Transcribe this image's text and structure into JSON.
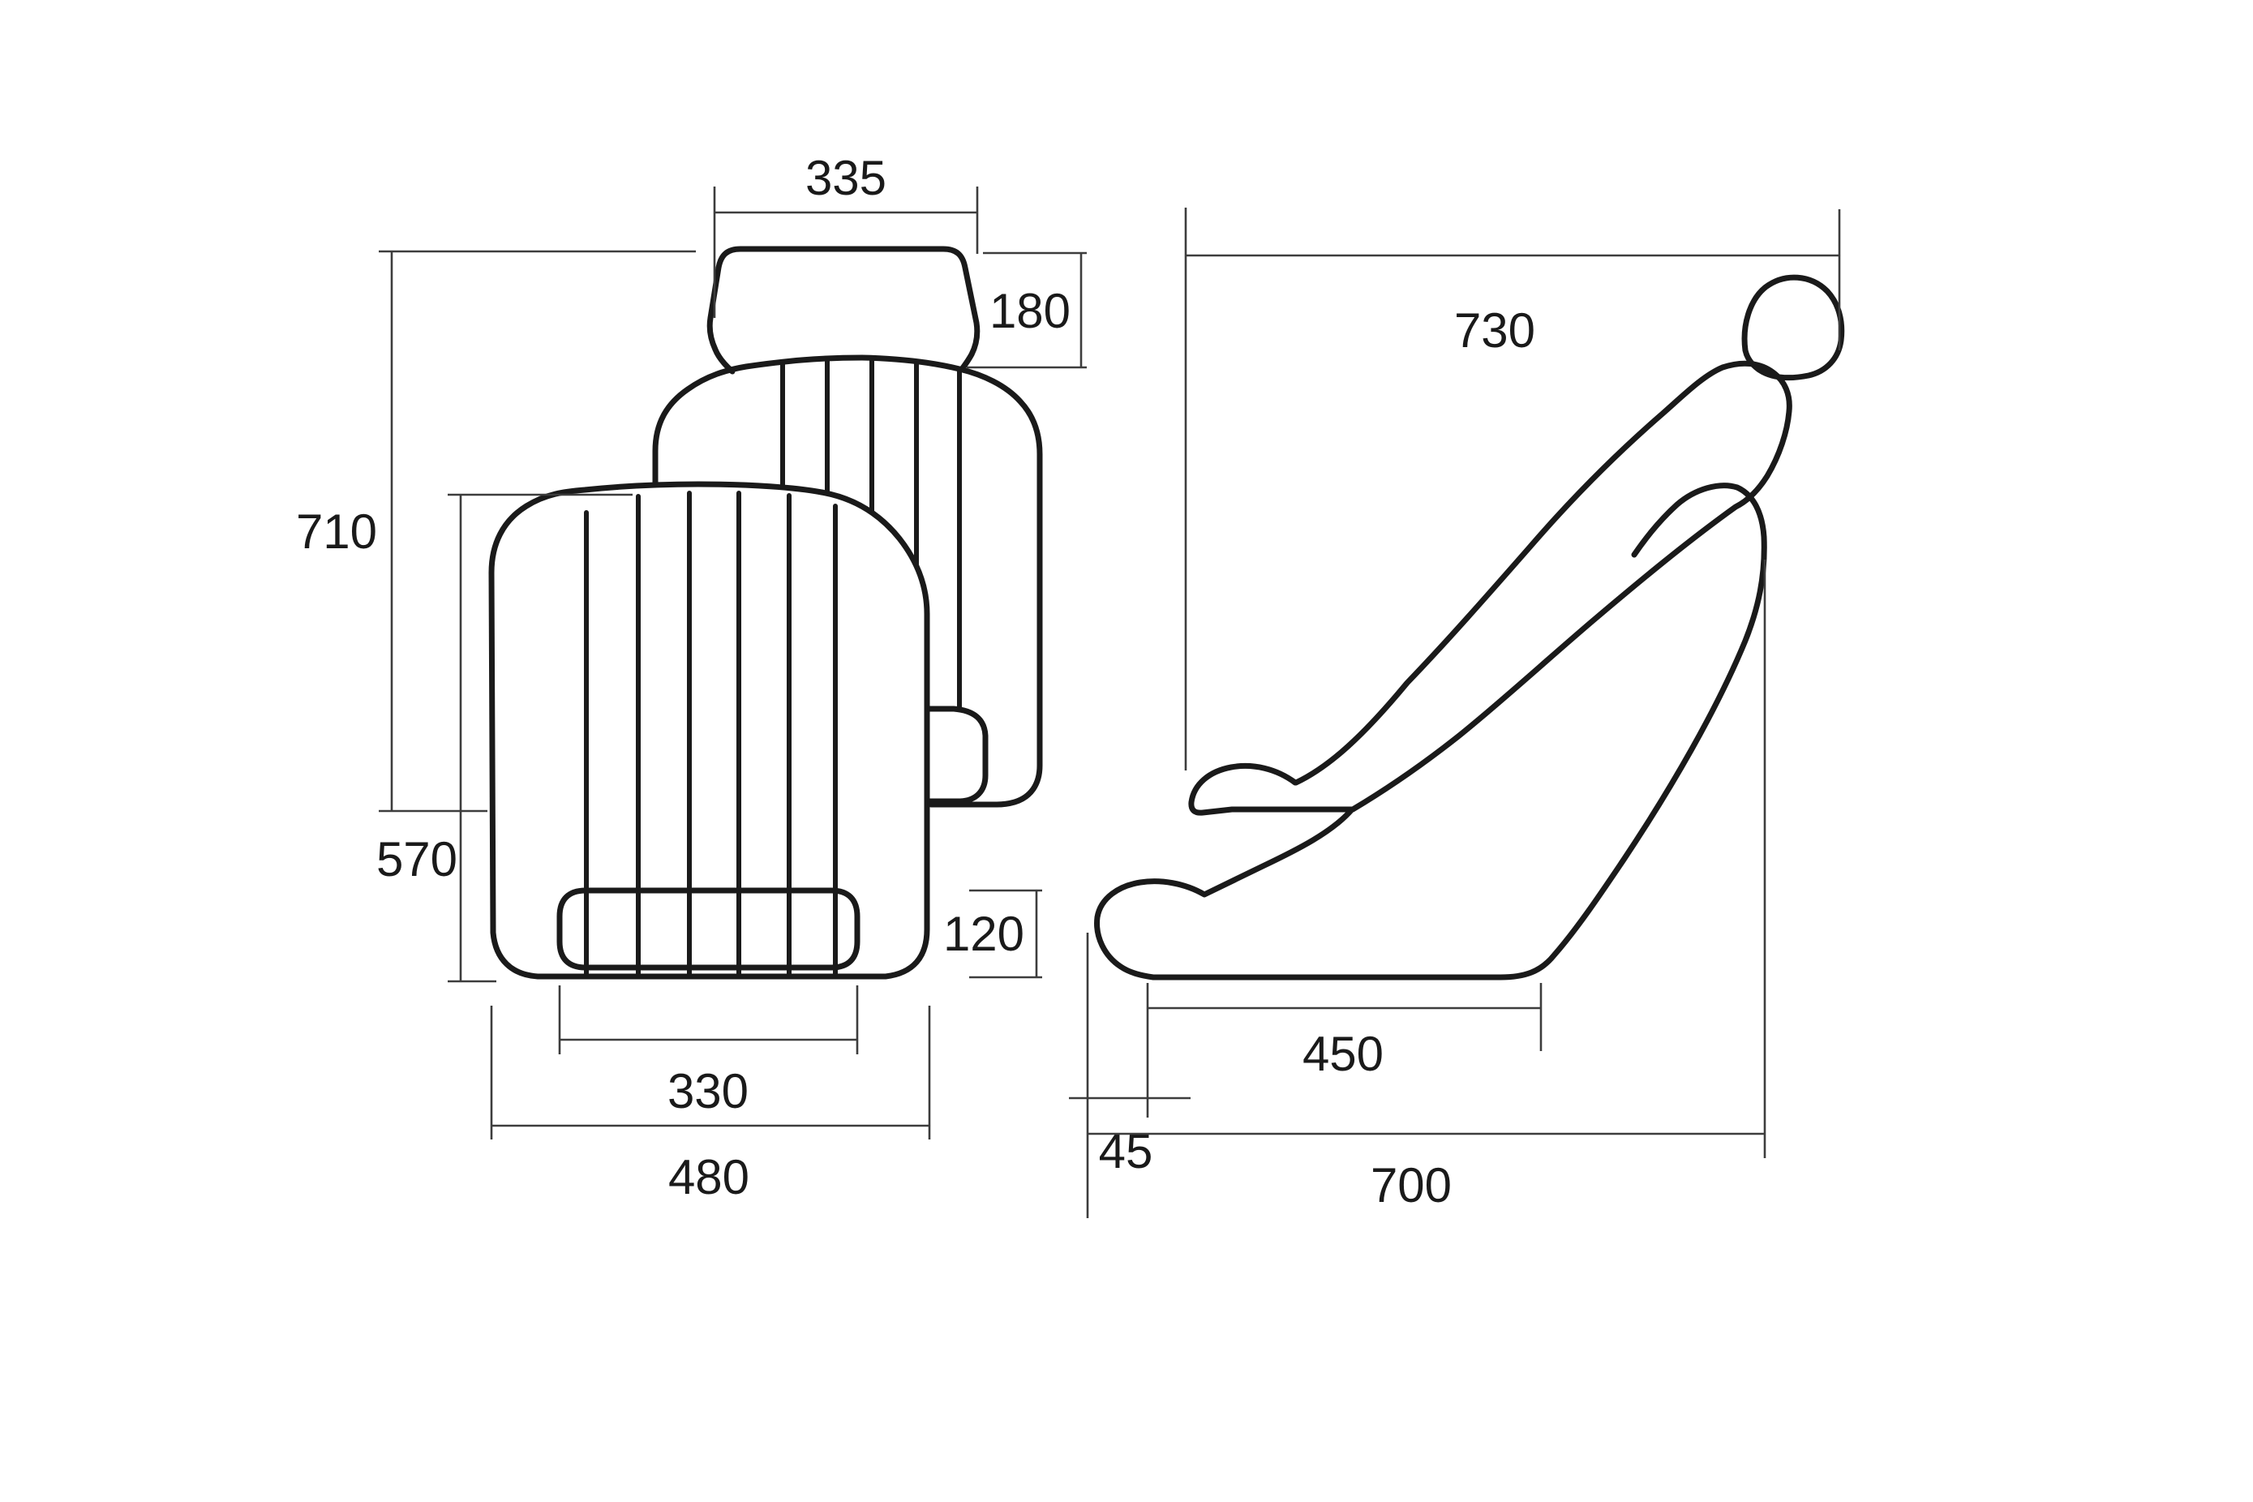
{
  "diagram": {
    "type": "seat-dimension-drawing",
    "views": {
      "front": {
        "dimensions": {
          "headrest_width": "335",
          "headrest_height": "180",
          "overall_height": "710",
          "backrest_height": "570",
          "cushion_inner_width": "330",
          "seat_width": "480",
          "cushion_height": "120"
        }
      },
      "side": {
        "dimensions": {
          "overall_height": "730",
          "seat_depth": "450",
          "front_offset": "45",
          "overall_depth": "700"
        }
      }
    },
    "colors": {
      "line": "#1a1a1a",
      "dimension_line": "#3d3d3d",
      "background": "#ffffff"
    }
  }
}
